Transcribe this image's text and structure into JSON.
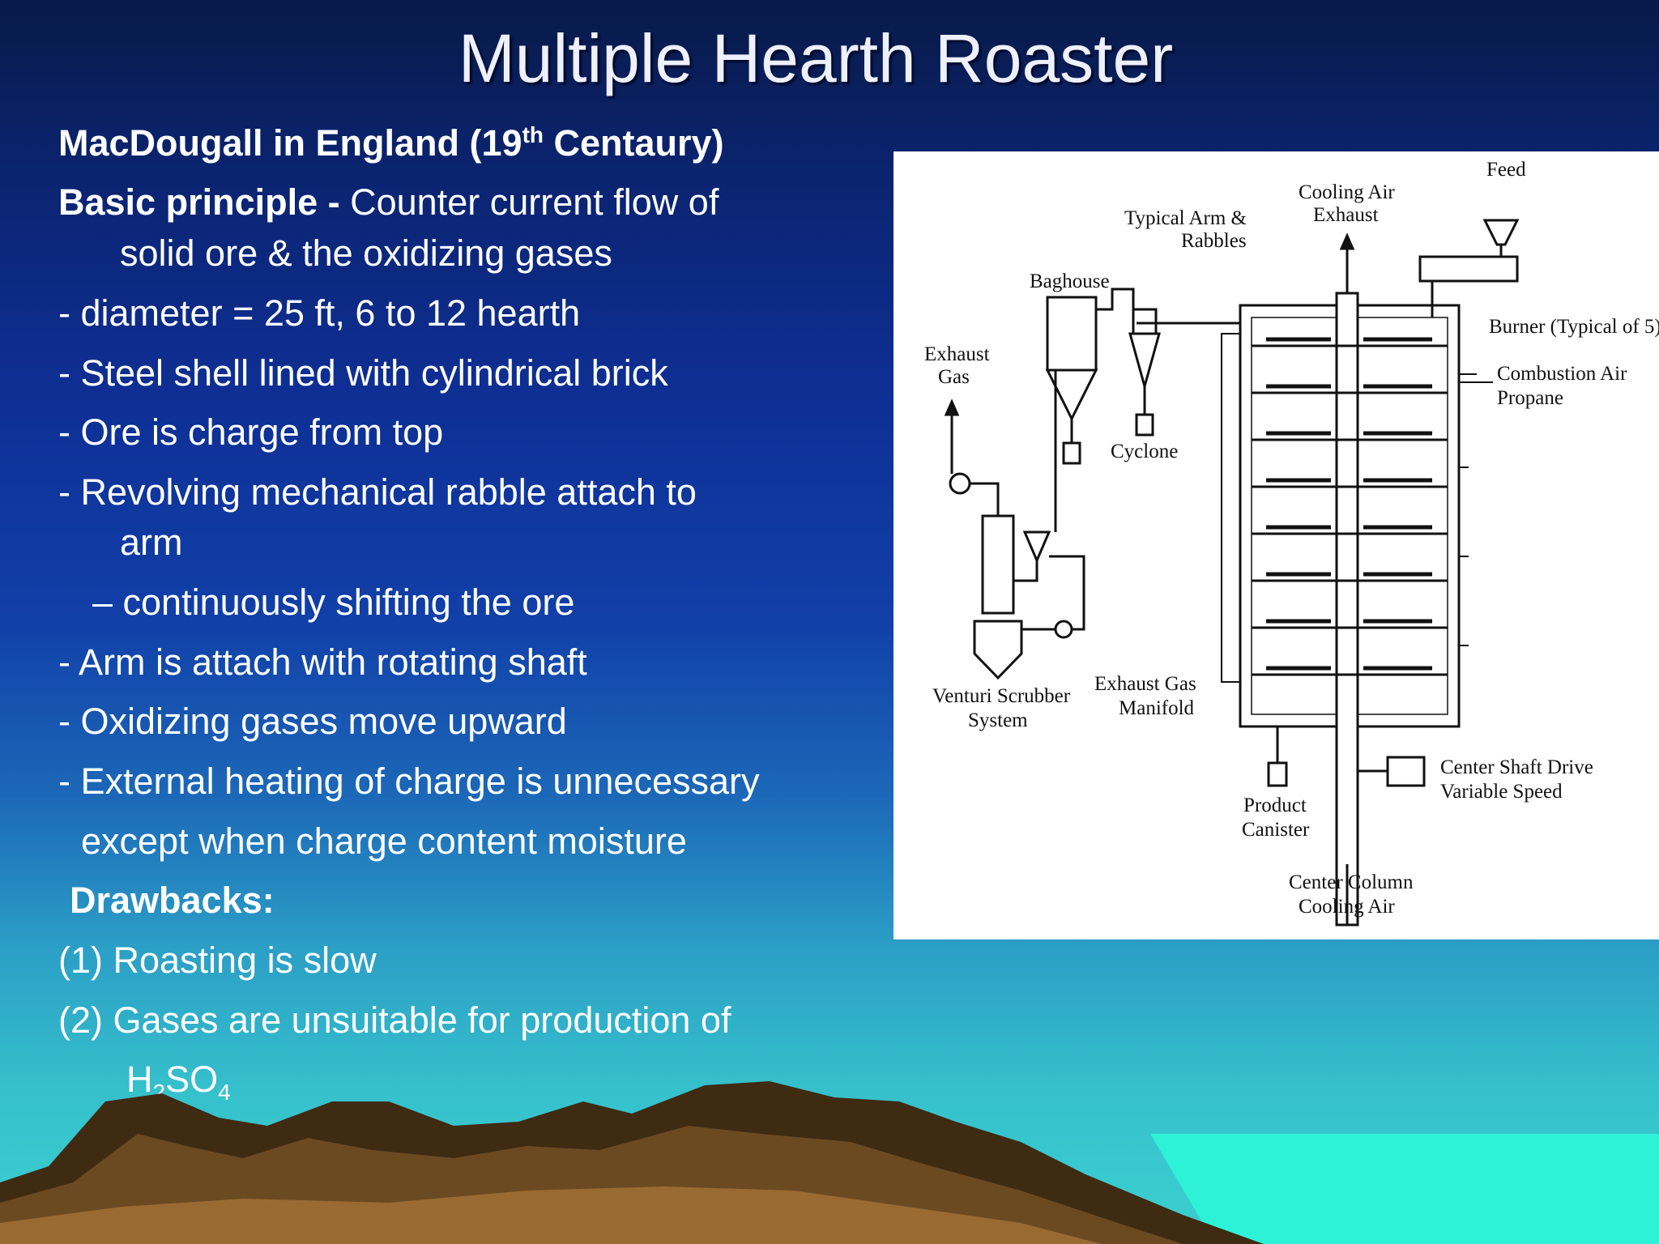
{
  "slide": {
    "title": "Multiple Hearth Roaster",
    "lines": {
      "l1_pre": "MacDougall in England (19",
      "l1_sup": "th",
      "l1_post": " Centaury)",
      "l2_bold": "Basic principle - ",
      "l2_rest": "Counter current flow of",
      "l3": "solid ore & the oxidizing gases",
      "l4": "-  diameter = 25 ft,  6 to 12 hearth",
      "l5": "- Steel  shell lined with cylindrical brick",
      "l6": "- Ore is charge from top",
      "l7": "- Revolving mechanical  rabble  attach to",
      "l8": "arm",
      "l9": "– continuously shifting  the ore",
      "l10": "- Arm is attach with rotating shaft",
      "l11": "- Oxidizing gases move upward",
      "l12": "- External heating of charge is unnecessary",
      "l13": "except when charge content moisture",
      "l14": "Drawbacks:",
      "l15": "(1) Roasting is slow",
      "l16": "(2) Gases are unsuitable for production of",
      "l17_h": "H",
      "l17_sub1": "2",
      "l17_so": "SO",
      "l17_sub2": "4"
    }
  },
  "diagram": {
    "labels": {
      "feed": "Feed",
      "cooling_air_exhaust_1": "Cooling Air",
      "cooling_air_exhaust_2": "Exhaust",
      "typical_arm_1": "Typical Arm &",
      "typical_arm_2": "Rabbles",
      "baghouse": "Baghouse",
      "burner": "Burner (Typical of 5)",
      "exhaust_gas_1": "Exhaust",
      "exhaust_gas_2": "Gas",
      "combustion_air": "Combustion Air",
      "propane": "Propane",
      "cyclone": "Cyclone",
      "venturi_1": "Venturi Scrubber",
      "venturi_2": "System",
      "manifold_1": "Exhaust Gas",
      "manifold_2": "Manifold",
      "shaft_drive_1": "Center Shaft Drive",
      "shaft_drive_2": "Variable Speed",
      "product_1": "Product",
      "product_2": "Canister",
      "center_column_1": "Center Column",
      "center_column_2": "Cooling Air"
    }
  },
  "colors": {
    "text": "#ffffff",
    "title": "#eef0ff",
    "mountain_dark": "#3f2a12",
    "mountain_light": "#9a6a33",
    "sea": "#2ef2d8"
  }
}
